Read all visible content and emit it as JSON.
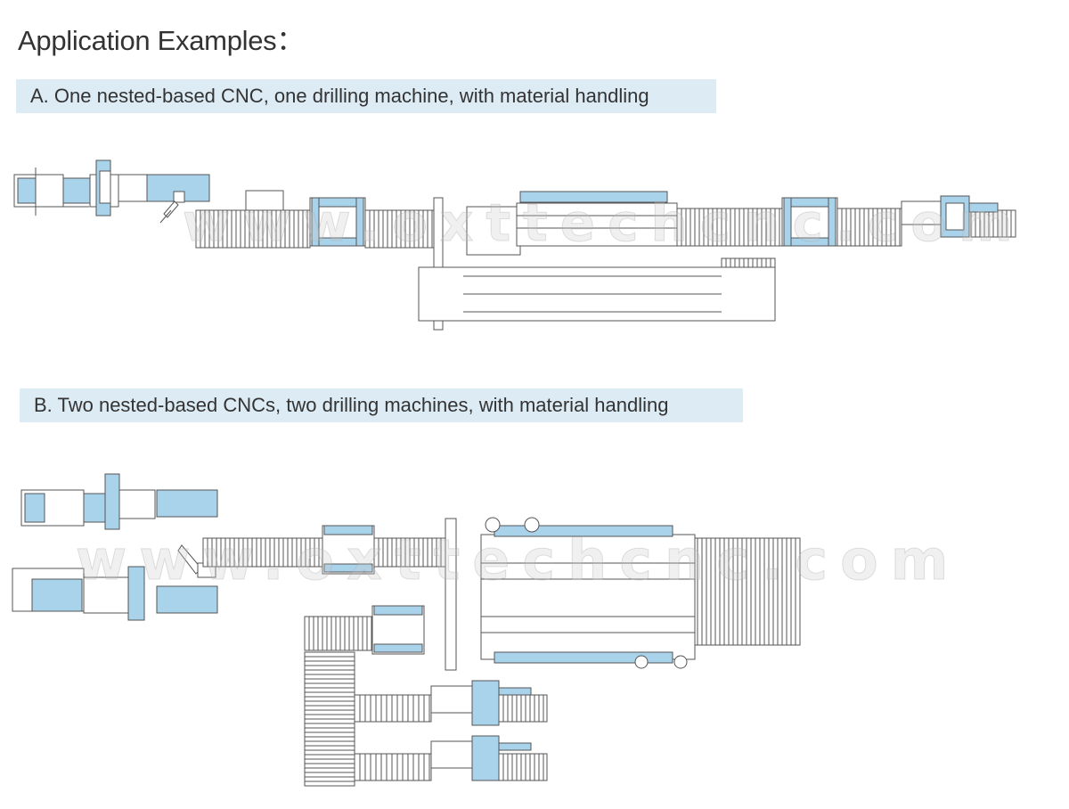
{
  "page": {
    "title": "Application Examples",
    "title_colon": "：",
    "label_bg": "#dcebf4",
    "accent_blue": "#a9d3ea",
    "line_color": "#555555"
  },
  "sections": [
    {
      "id": "A",
      "label": "A. One nested-based CNC, one drilling machine, with material handling"
    },
    {
      "id": "B",
      "label": "B. Two nested-based CNCs, two drilling machines, with material handling"
    }
  ],
  "watermark": {
    "text": "www.oxttechcnc.com"
  }
}
